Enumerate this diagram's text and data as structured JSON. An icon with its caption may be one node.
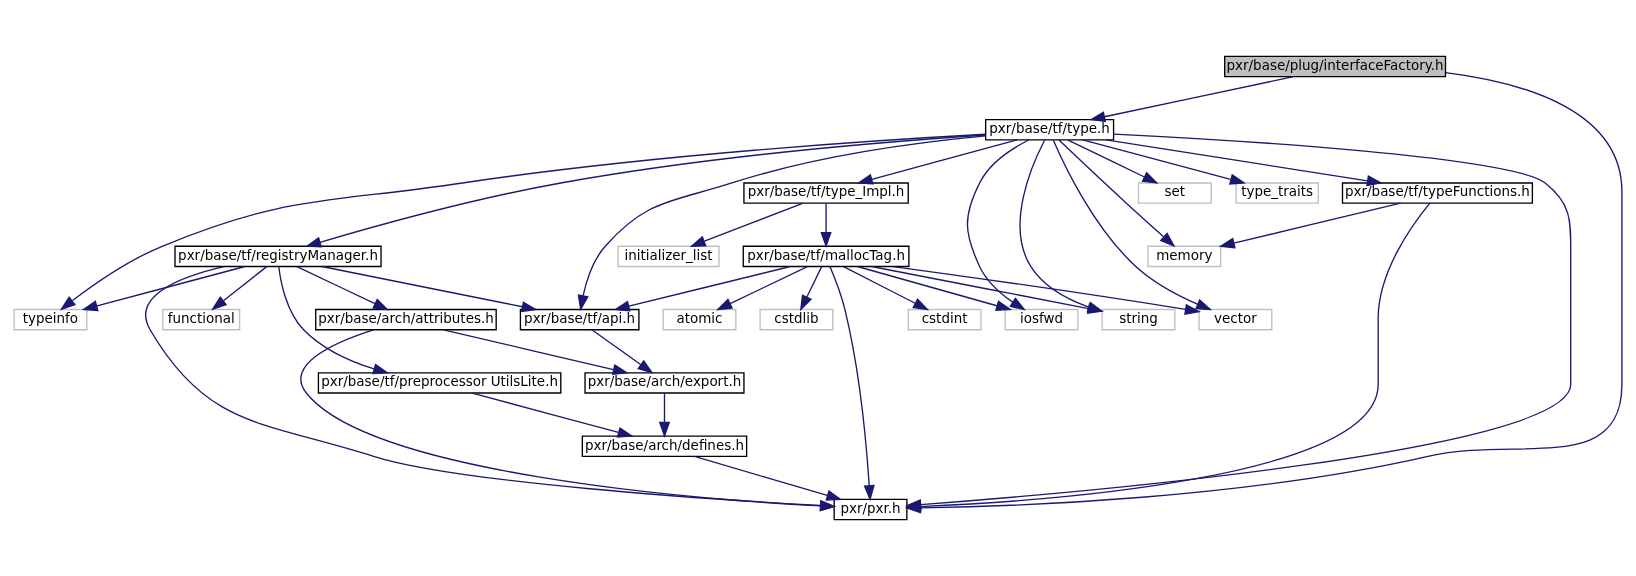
{
  "diagram": {
    "nodes": [
      {
        "text": [
          "pxr/base/plug/interfaceFactory.h"
        ]
      },
      {
        "text": [
          "pxr/base/tf/type.h"
        ]
      },
      {
        "text": [
          "pxr/pxr.h"
        ]
      },
      {
        "text": [
          "pxr/base/tf/registryManager.h"
        ]
      },
      {
        "text": [
          "typeinfo"
        ]
      },
      {
        "text": [
          "pxr/base/tf/api.h"
        ]
      },
      {
        "text": [
          "pxr/base/tf/type_Impl.h"
        ]
      },
      {
        "text": [
          "initializer_list"
        ]
      },
      {
        "text": [
          "pxr/base/tf/mallocTag.h"
        ]
      },
      {
        "text": [
          "iosfwd"
        ]
      },
      {
        "text": [
          "string"
        ]
      },
      {
        "text": [
          "memory"
        ]
      },
      {
        "text": [
          "pxr/base/tf/typeFunctions.h"
        ]
      },
      {
        "text": [
          "set"
        ]
      },
      {
        "text": [
          "type_traits"
        ]
      },
      {
        "text": [
          "vector"
        ]
      },
      {
        "text": [
          "functional"
        ]
      },
      {
        "text": [
          "pxr/base/arch/attributes.h"
        ]
      },
      {
        "text": [
          "pxr/base/tf/preprocessor UtilsLite.h"
        ]
      },
      {
        "text": [
          "pxr/base/arch/export.h"
        ]
      },
      {
        "text": [
          "pxr/base/arch/defines.h"
        ]
      },
      {
        "text": [
          "cstdint"
        ]
      },
      {
        "text": [
          "atomic"
        ]
      },
      {
        "text": [
          "cstdlib"
        ]
      }
    ],
    "edges": [
      {
        "from": 0,
        "to": 2,
        "arrow": "to"
      },
      {
        "from": 0,
        "to": 1,
        "arrow": "to"
      },
      {
        "from": 1,
        "to": 3,
        "arrow": "to"
      },
      {
        "from": 1,
        "to": 4,
        "arrow": "to"
      },
      {
        "from": 1,
        "to": 5,
        "arrow": "to"
      },
      {
        "from": 1,
        "to": 6,
        "arrow": "to"
      },
      {
        "from": 1,
        "to": 9,
        "arrow": "to"
      },
      {
        "from": 1,
        "to": 10,
        "arrow": "to"
      },
      {
        "from": 1,
        "to": 11,
        "arrow": "to"
      },
      {
        "from": 1,
        "to": 12,
        "arrow": "to"
      },
      {
        "from": 1,
        "to": 13,
        "arrow": "to"
      },
      {
        "from": 1,
        "to": 14,
        "arrow": "to"
      },
      {
        "from": 1,
        "to": 15,
        "arrow": "to"
      },
      {
        "from": 1,
        "to": 2,
        "arrow": "to"
      },
      {
        "from": 3,
        "to": 16,
        "arrow": "to"
      },
      {
        "from": 3,
        "to": 17,
        "arrow": "to"
      },
      {
        "from": 3,
        "to": 18,
        "arrow": "to"
      },
      {
        "from": 3,
        "to": 4,
        "arrow": "to"
      },
      {
        "from": 3,
        "to": 5,
        "arrow": "to"
      },
      {
        "from": 3,
        "to": 2,
        "arrow": "to"
      },
      {
        "from": 6,
        "to": 7,
        "arrow": "to"
      },
      {
        "from": 6,
        "to": 8,
        "arrow": "to"
      },
      {
        "from": 8,
        "to": 5,
        "arrow": "to"
      },
      {
        "from": 8,
        "to": 21,
        "arrow": "to"
      },
      {
        "from": 8,
        "to": 22,
        "arrow": "to"
      },
      {
        "from": 8,
        "to": 23,
        "arrow": "to"
      },
      {
        "from": 8,
        "to": 9,
        "arrow": "to"
      },
      {
        "from": 8,
        "to": 10,
        "arrow": "to"
      },
      {
        "from": 8,
        "to": 15,
        "arrow": "to"
      },
      {
        "from": 8,
        "to": 2,
        "arrow": "to"
      },
      {
        "from": 12,
        "to": 11,
        "arrow": "to"
      },
      {
        "from": 12,
        "to": 2,
        "arrow": "to"
      },
      {
        "from": 17,
        "to": 19,
        "arrow": "to"
      },
      {
        "from": 17,
        "to": 2,
        "arrow": "to"
      },
      {
        "from": 5,
        "to": 19,
        "arrow": "to"
      },
      {
        "from": 18,
        "to": 20,
        "arrow": "to"
      },
      {
        "from": 19,
        "to": 20,
        "arrow": "to"
      },
      {
        "from": 20,
        "to": 2,
        "arrow": "to"
      }
    ]
  }
}
